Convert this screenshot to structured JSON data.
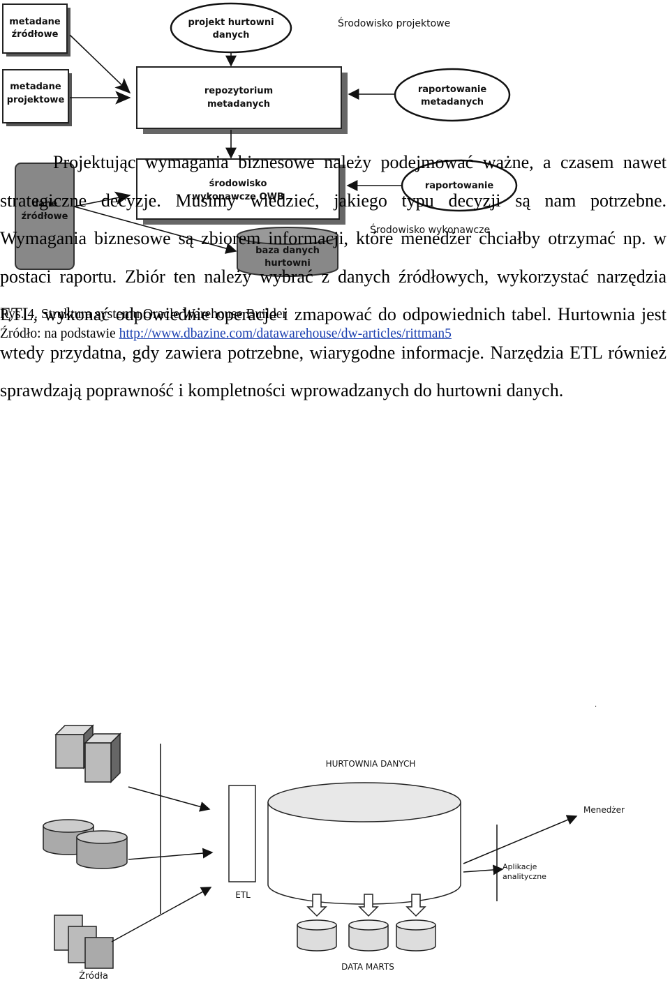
{
  "diagram1": {
    "metadane_zrodlowe": [
      "metadane",
      "źródłowe"
    ],
    "metadane_projektowe": [
      "metadane",
      "projektowe"
    ],
    "projekt_hurtowni": [
      "projekt hurtowni",
      "danych"
    ],
    "srodowisko_projektowe": "Środowisko projektowe",
    "repozytorium": [
      "repozytorium",
      "metadanych"
    ],
    "raportowanie_metadanych": [
      "raportowanie",
      "metadanych"
    ],
    "srodowisko_wykonawcze_owb": [
      "środowisko",
      "wykonawcze OWB"
    ],
    "raportowanie": "raportowanie",
    "dane_zrodlowe": [
      "dane",
      "źródłowe"
    ],
    "srodowisko_wykonawcze": "Środowisko wykonawcze",
    "baza_danych": [
      "baza danych",
      "hurtowni"
    ]
  },
  "caption": {
    "line1": "Rys. 4. Struktura systemu Oracle Warehouse Builder",
    "source_prefix": "Źródło: na  podstawie ",
    "source_link": "http://www.dbazine.com/datawarehouse/dw-articles/rittman5"
  },
  "paragraph": "Projektując wymagania biznesowe należy podejmować ważne, a czasem nawet strategiczne decyzje. Musimy wiedzieć, jakiego typu decyzji są nam potrzebne. Wymagania biznesowe są zbiorem informacji, które menedżer chciałby otrzymać np. w postaci raportu. Zbiór ten należy wybrać z danych źródłowych, wykorzystać narzędzia ETL, wykonać odpowiednie operacje i zmapować do odpowiednich tabel. Hurtownia jest wtedy przydatna, gdy zawiera potrzebne,  wiarygodne informacje. Narzędzia ETL również sprawdzają poprawność i kompletności wprowadzanych do hurtowni danych.",
  "diagram2": {
    "hurtownia_danych": "HURTOWNIA DANYCH",
    "etl": "ETL",
    "data_marts": "DATA MARTS",
    "zrodla": "Źródła",
    "menedzer": "Menedżer",
    "aplikacje": [
      "Aplikacje",
      "analityczne"
    ]
  }
}
